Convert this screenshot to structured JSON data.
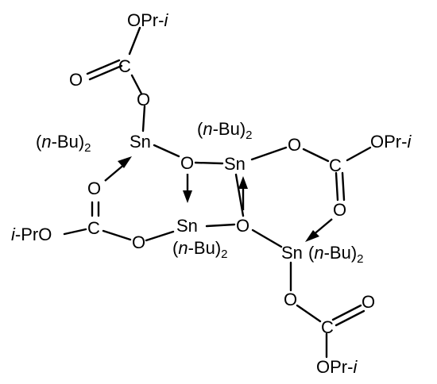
{
  "structure": {
    "labels": {
      "opr_top": "OPr-i",
      "c_top": "C",
      "o_dbl_top": "O",
      "o_top_link": "O",
      "sn_upper_left": "Sn",
      "sn_upper_left_ligand": "(n-Bu)2",
      "o_bridge_left": "O",
      "sn_upper_right": "Sn",
      "sn_upper_right_ligand": "(n-Bu)2",
      "o_right_link": "O",
      "c_right": "C",
      "opr_right": "OPr-i",
      "o_dbl_right": "O",
      "o_dbl_left": "O",
      "c_left": "C",
      "ipro_left": "i-PrO",
      "o_left_link": "O",
      "sn_lower_left": "Sn",
      "sn_lower_left_ligand": "(n-Bu)2",
      "o_bridge_right": "O",
      "sn_lower_right": "Sn",
      "sn_lower_right_ligand": "(n-Bu)2",
      "o_bottom_link": "O",
      "c_bottom": "C",
      "o_dbl_bottom": "O",
      "opr_bottom": "OPr-i"
    }
  }
}
